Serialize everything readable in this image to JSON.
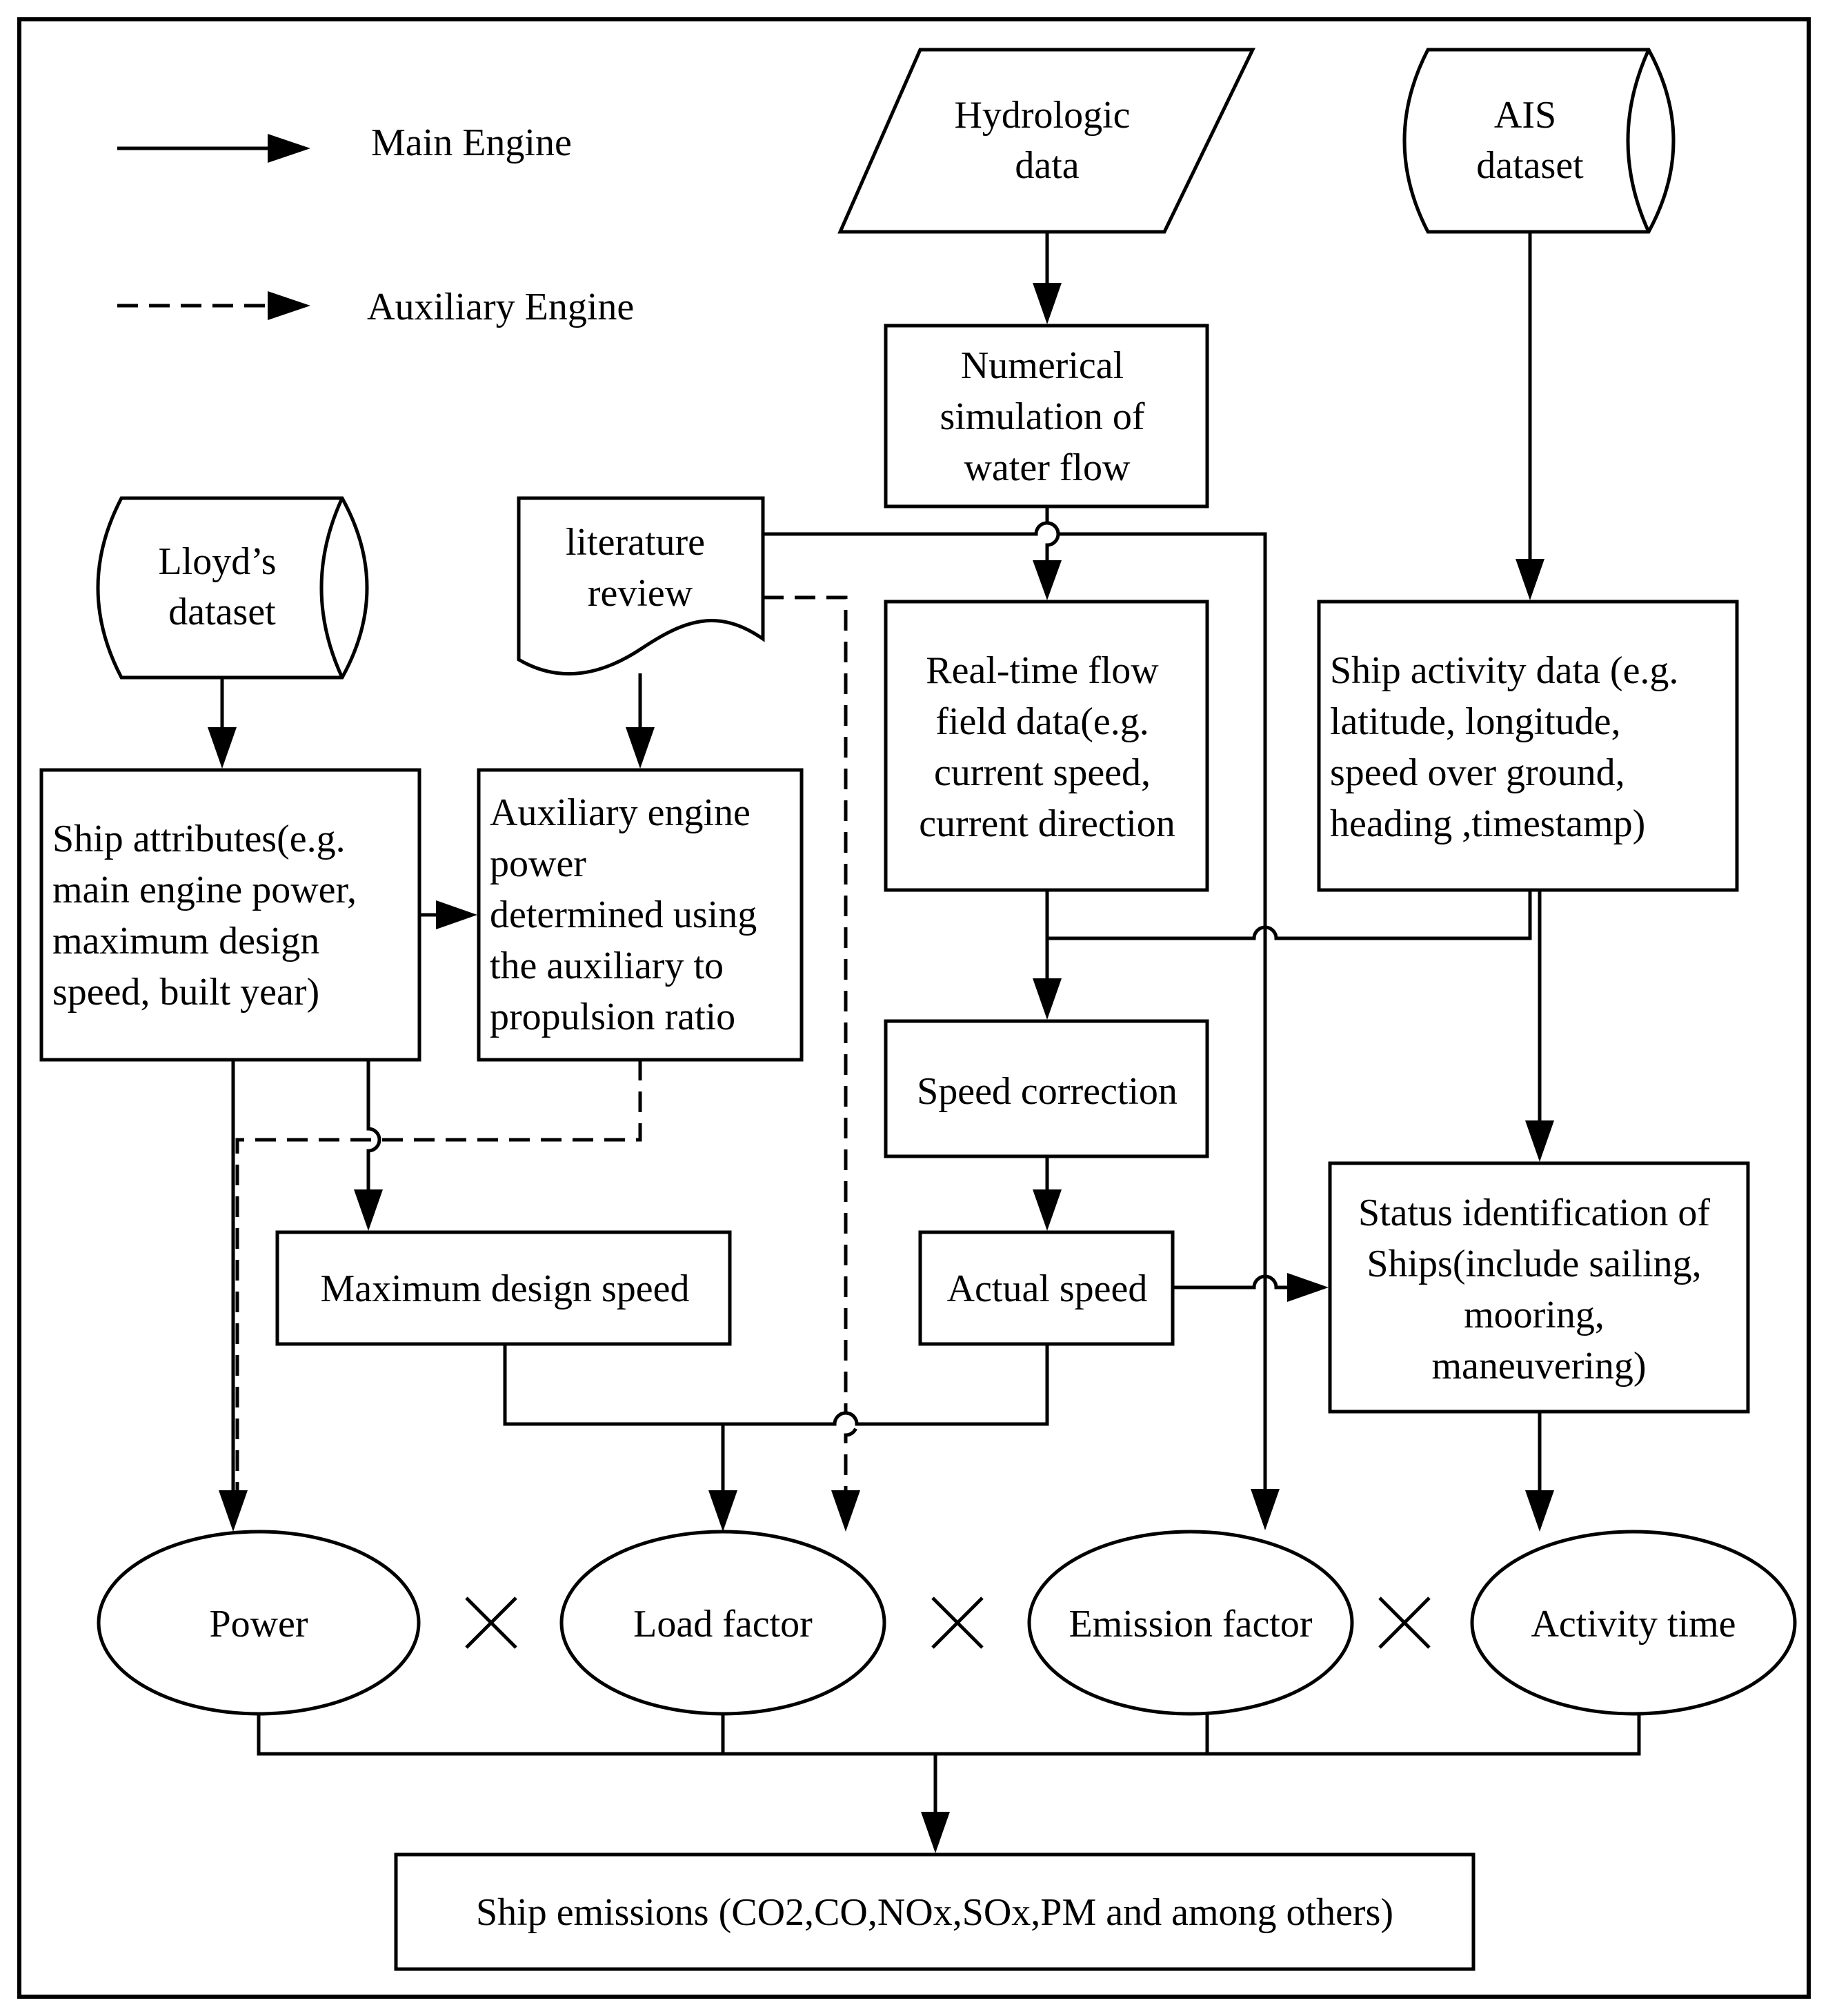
{
  "legend": {
    "main_engine": "Main Engine",
    "auxiliary_engine": "Auxiliary Engine"
  },
  "nodes": {
    "hydrologic": [
      "Hydrologic",
      "data"
    ],
    "ais": [
      "AIS",
      "dataset"
    ],
    "numerical": [
      "Numerical",
      "simulation of",
      "water flow"
    ],
    "lloyds": [
      "Lloyd’s",
      "dataset"
    ],
    "literature": [
      "literature",
      "review"
    ],
    "realtime": [
      "Real-time flow",
      "field data(e.g.",
      "current speed,",
      "current direction"
    ],
    "ship_activity": [
      "Ship activity data (e.g.",
      "latitude,  longitude,",
      "speed over ground,",
      "heading ,timestamp)"
    ],
    "ship_attributes": [
      "Ship attributes(e.g.",
      "main engine power,",
      "maximum design",
      "speed, built year)"
    ],
    "aux_power": [
      "Auxiliary engine",
      "power",
      "determined using",
      "the auxiliary to",
      "propulsion ratio"
    ],
    "speed_correction": [
      "Speed correction"
    ],
    "max_design_speed": [
      "Maximum design speed"
    ],
    "actual_speed": [
      "Actual speed"
    ],
    "status": [
      "Status identification of",
      "Ships(include sailing,",
      "mooring,",
      "maneuvering)"
    ],
    "power": [
      "Power"
    ],
    "load_factor": [
      "Load factor"
    ],
    "emission_factor": [
      "Emission factor"
    ],
    "activity_time": [
      "Activity time"
    ],
    "ship_emissions": [
      "Ship emissions (CO2,CO,NOx,SOx,PM and among others)"
    ]
  }
}
